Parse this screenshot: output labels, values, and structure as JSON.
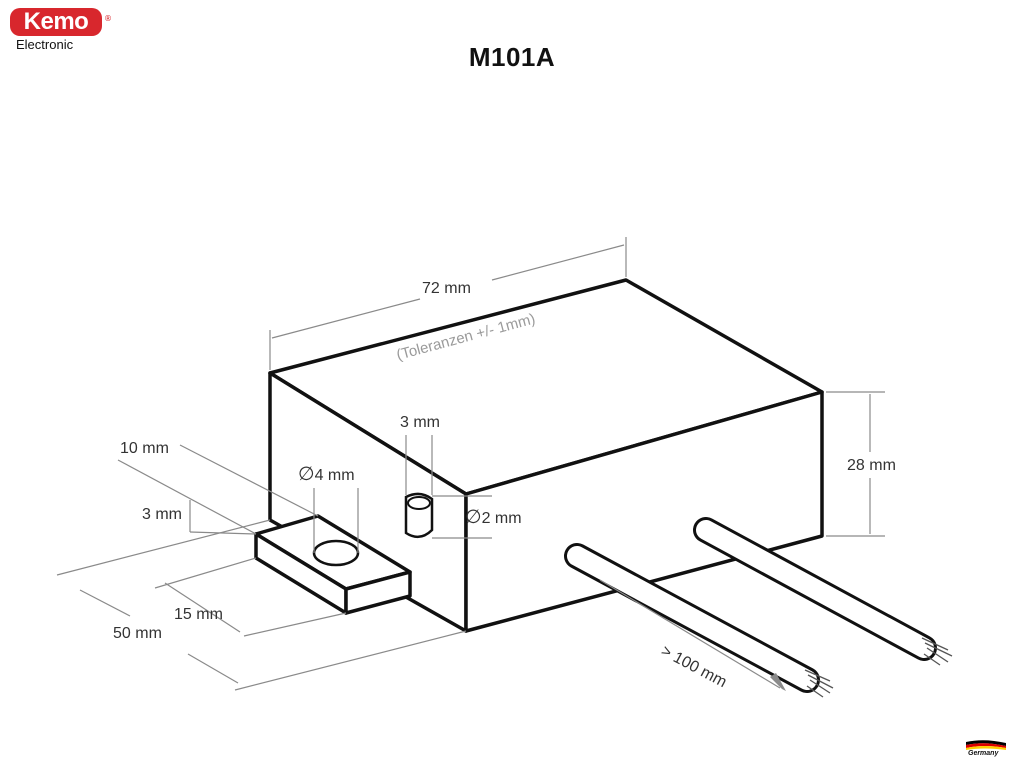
{
  "brand": {
    "name": "Kemo",
    "registered_mark": "®",
    "subtitle": "Electronic",
    "color": "#d8272d"
  },
  "title": "M101A",
  "dimensions": {
    "length": "72 mm",
    "tolerance_note": "(Toleranzen +/- 1mm)",
    "height": "28 mm",
    "depth": "50 mm",
    "tab_width": "10 mm",
    "tab_thickness": "3 mm",
    "tab_hole_offset": "15 mm",
    "hole_diameter": "4 mm",
    "pot_width": "3 mm",
    "pot_diameter": "2 mm",
    "wire_length": "> 100 mm",
    "diameter_symbol": "∅"
  },
  "flag_label": "Germany",
  "colors": {
    "outline": "#111111",
    "dimension_line": "#8a8a8a",
    "dimension_text": "#333333",
    "note_text": "#9a9a9a",
    "flag_black": "#000000",
    "flag_red": "#dd0000",
    "flag_gold": "#ffce00"
  }
}
